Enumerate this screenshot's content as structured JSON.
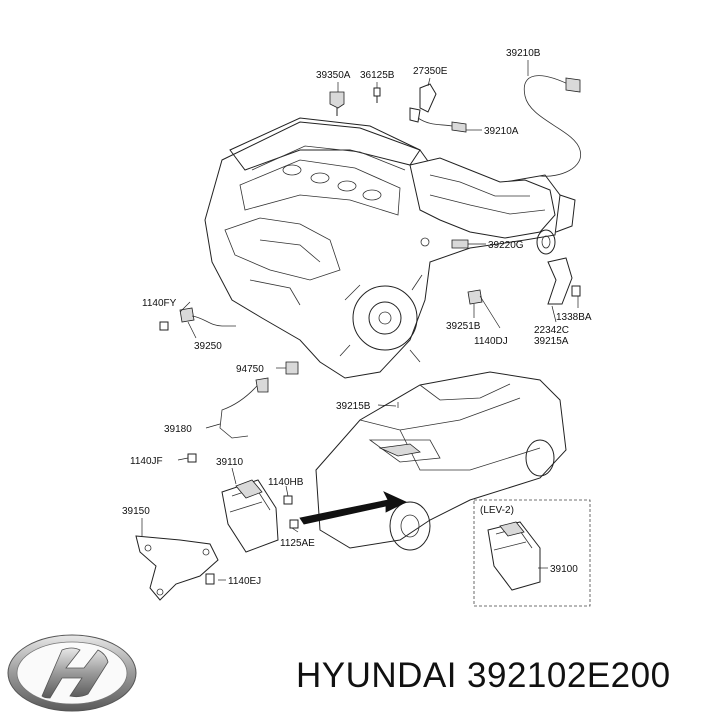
{
  "diagram": {
    "labels": {
      "p39350A": "39350A",
      "p36125B": "36125B",
      "p27350E": "27350E",
      "p39210B": "39210B",
      "p39210A": "39210A",
      "p39220G": "39220G",
      "p1140FY": "1140FY",
      "p39250": "39250",
      "p39251B": "39251B",
      "p1140DJ": "1140DJ",
      "p1338BA": "1338BA",
      "p22342C": "22342C",
      "p39215A": "39215A",
      "p94750": "94750",
      "p39215B": "39215B",
      "p39180": "39180",
      "p1140JF": "1140JF",
      "p39110": "39110",
      "p1140HB": "1140HB",
      "p39150": "39150",
      "p1125AE": "1125AE",
      "p1140EJ": "1140EJ",
      "lev2": "(LEV-2)",
      "p39100": "39100"
    }
  },
  "footer": {
    "brand": "HYUNDAI",
    "part_number": "392102E200"
  }
}
